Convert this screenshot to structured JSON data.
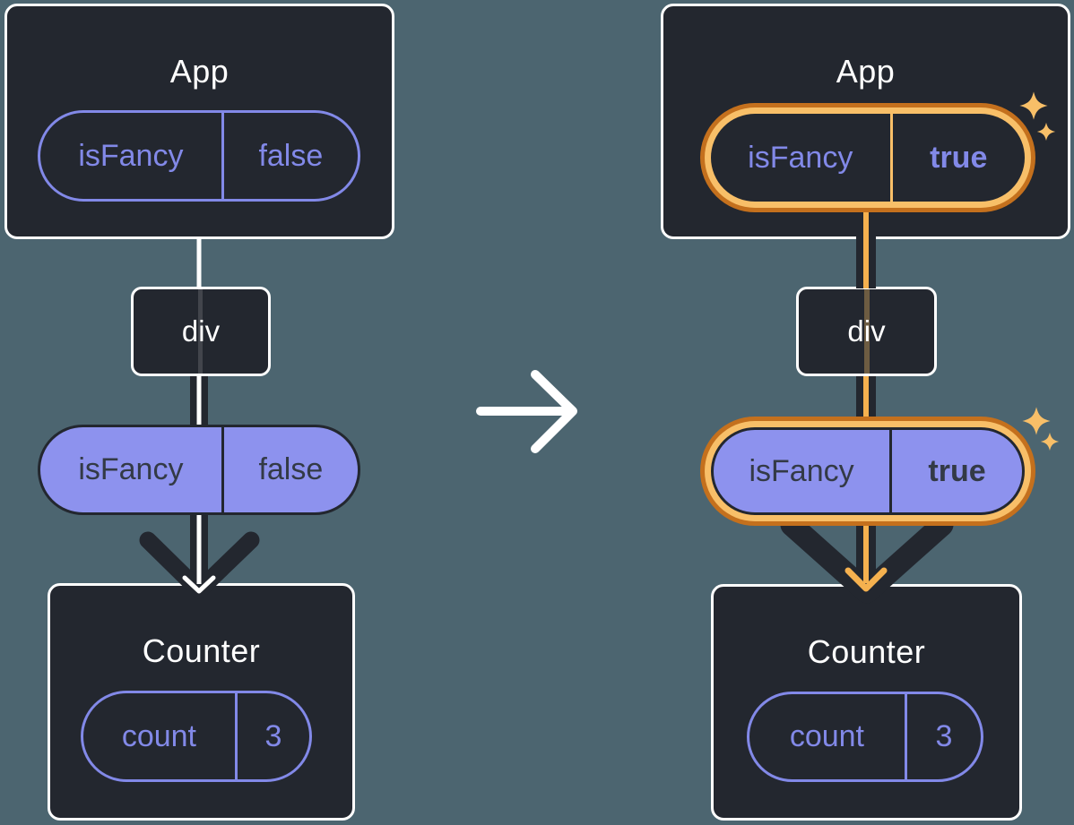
{
  "canvas": {
    "background": "#4c6570"
  },
  "colors": {
    "panel": "#23272f",
    "border_white": "#ffffff",
    "purple_outline": "#8289e8",
    "purple_fill": "#8d92ee",
    "dark_text": "#333a46",
    "highlight_orange": "#f5b14f",
    "highlight_orange_light": "#f8bf68",
    "highlight_orange_dark": "#c4701d"
  },
  "before": {
    "app": {
      "title": "App",
      "prop": {
        "name": "isFancy",
        "value": "false"
      }
    },
    "div": {
      "label": "div"
    },
    "passed_prop": {
      "name": "isFancy",
      "value": "false"
    },
    "counter": {
      "title": "Counter",
      "state": {
        "name": "count",
        "value": "3"
      }
    }
  },
  "after": {
    "app": {
      "title": "App",
      "prop": {
        "name": "isFancy",
        "value": "true"
      }
    },
    "div": {
      "label": "div"
    },
    "passed_prop": {
      "name": "isFancy",
      "value": "true"
    },
    "counter": {
      "title": "Counter",
      "state": {
        "name": "count",
        "value": "3"
      }
    }
  }
}
